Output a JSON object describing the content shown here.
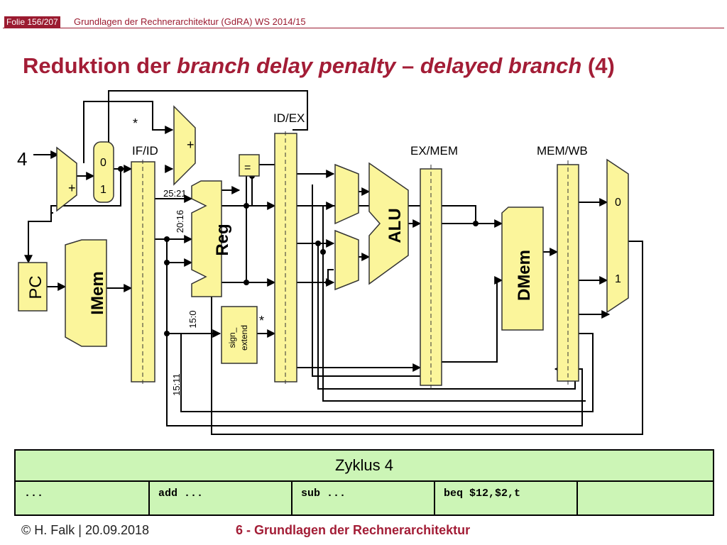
{
  "header": {
    "slide_badge": "Folie 156/207",
    "course": "Grundlagen der Rechnerarchitektur (GdRA) WS 2014/15"
  },
  "title": {
    "part1": "Reduktion der ",
    "part2": "branch delay penalty",
    "part3": " – ",
    "part4": "delayed branch",
    "part5": " (4)"
  },
  "diagram": {
    "const_four": "4",
    "pc_label": "PC",
    "imem_label": "IMem",
    "reg_label": "Reg",
    "alu_label": "ALU",
    "dmem_label": "DMem",
    "sign_extend_label_1": "sign_",
    "sign_extend_label_2": "extend",
    "if_id": "IF/ID",
    "id_ex": "ID/EX",
    "ex_mem": "EX/MEM",
    "mem_wb": "MEM/WB",
    "plus": "+",
    "star": "*",
    "equals": "=",
    "mux_zero": "0",
    "mux_one": "1",
    "bits_25_21": "25:21",
    "bits_20_16": "20:16",
    "bits_15_0": "15:0",
    "bits_15_11": "15:11"
  },
  "colors": {
    "accent": "#a31d36",
    "component_fill": "#fbf59b",
    "table_fill": "#ccf5b6"
  },
  "cycle_table": {
    "heading": "Zyklus 4",
    "cells": [
      "...",
      "add ...",
      "sub ...",
      "beq $12,$2,t",
      ""
    ]
  },
  "footer": {
    "author": "© H. Falk | 20.09.2018",
    "chapter": "6 - Grundlagen der Rechnerarchitektur"
  }
}
